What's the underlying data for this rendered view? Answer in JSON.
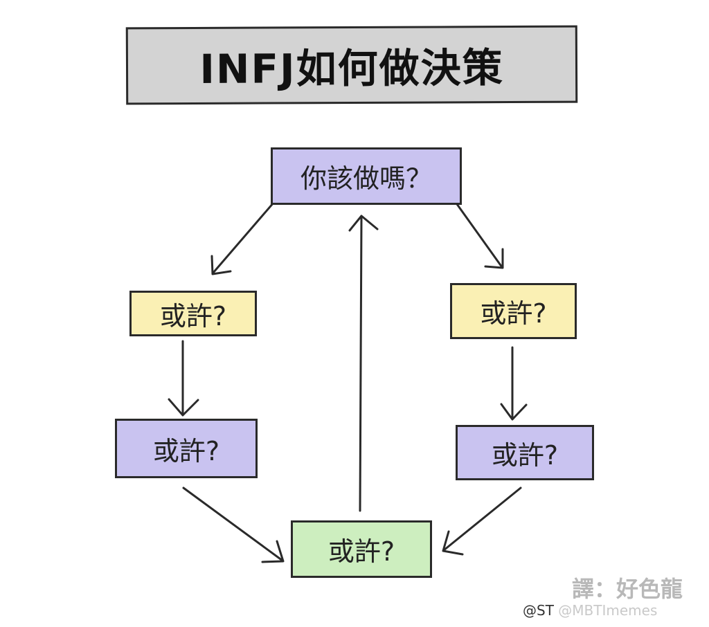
{
  "title": "INFJ如何做決策",
  "nodes": {
    "top": "你該做嗎？",
    "left_upper": "或許?",
    "right_upper": "或許?",
    "left_lower": "或許?",
    "right_lower": "或許?",
    "bottom": "或許?"
  },
  "colors": {
    "title_bg": "#d3d3d3",
    "purple": "#c9c3f0",
    "yellow": "#faf0b4",
    "green": "#cdeebf"
  },
  "watermark": {
    "translator": "譯：好色龍",
    "credit_prefix": "@ST",
    "credit_handle": "@MBTImemes"
  }
}
